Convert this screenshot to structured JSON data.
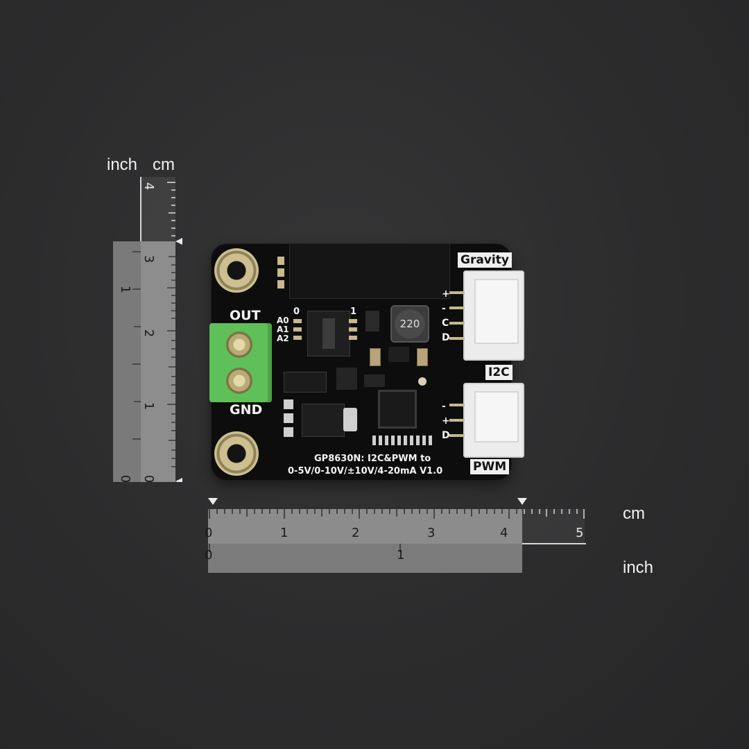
{
  "rulers": {
    "vertical": {
      "unit_inch": "inch",
      "unit_cm": "cm",
      "cm_ticks": [
        "4",
        "3",
        "2",
        "1",
        "0"
      ],
      "inch_ticks": [
        "1",
        "0"
      ]
    },
    "horizontal": {
      "unit_cm": "cm",
      "unit_inch": "inch",
      "cm_ticks": [
        "0",
        "1",
        "2",
        "3",
        "4",
        "5"
      ],
      "inch_ticks": [
        "0",
        "1"
      ]
    }
  },
  "board": {
    "terminal_out": "OUT",
    "terminal_gnd": "GND",
    "dip_labels": [
      "A0",
      "A1",
      "A2"
    ],
    "dip_zero": "0",
    "dip_one": "1",
    "inductor": "220",
    "gravity_tab": "Gravity",
    "i2c_tab": "I2C",
    "pwm_tab": "PWM",
    "i2c_pins": [
      "+",
      "-",
      "C",
      "D"
    ],
    "pwm_pins": [
      "-",
      "+",
      "D"
    ],
    "silk_line1": "GP8630N: I2C&PWM to",
    "silk_line2": "0-5V/0-10V/±10V/4-20mA V1.0"
  },
  "colors": {
    "pcb": "#0d0d0e",
    "terminal": "#5fc05a",
    "connector": "#ececec",
    "pad": "#c9b98a"
  }
}
